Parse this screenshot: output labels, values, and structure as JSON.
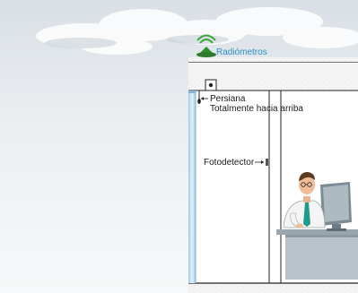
{
  "labels": {
    "radiometros": "Radiómetros",
    "persiana": "Persiana",
    "persiana_estado": "Totalmente hacia arriba",
    "fotodetector": "Fotodetector"
  },
  "colors": {
    "sky_top": "#dde3e8",
    "sky_bottom": "#f3f5f7",
    "radiometer_green": "#3fa43a",
    "label_blue": "#2a8fc8",
    "window_blue": "#b9dcf0",
    "desk_gray": "#b3bcc3"
  },
  "icons": [
    "radiometer-icon",
    "blind-icon",
    "photodetector-icon",
    "person-icon",
    "monitor-icon"
  ]
}
